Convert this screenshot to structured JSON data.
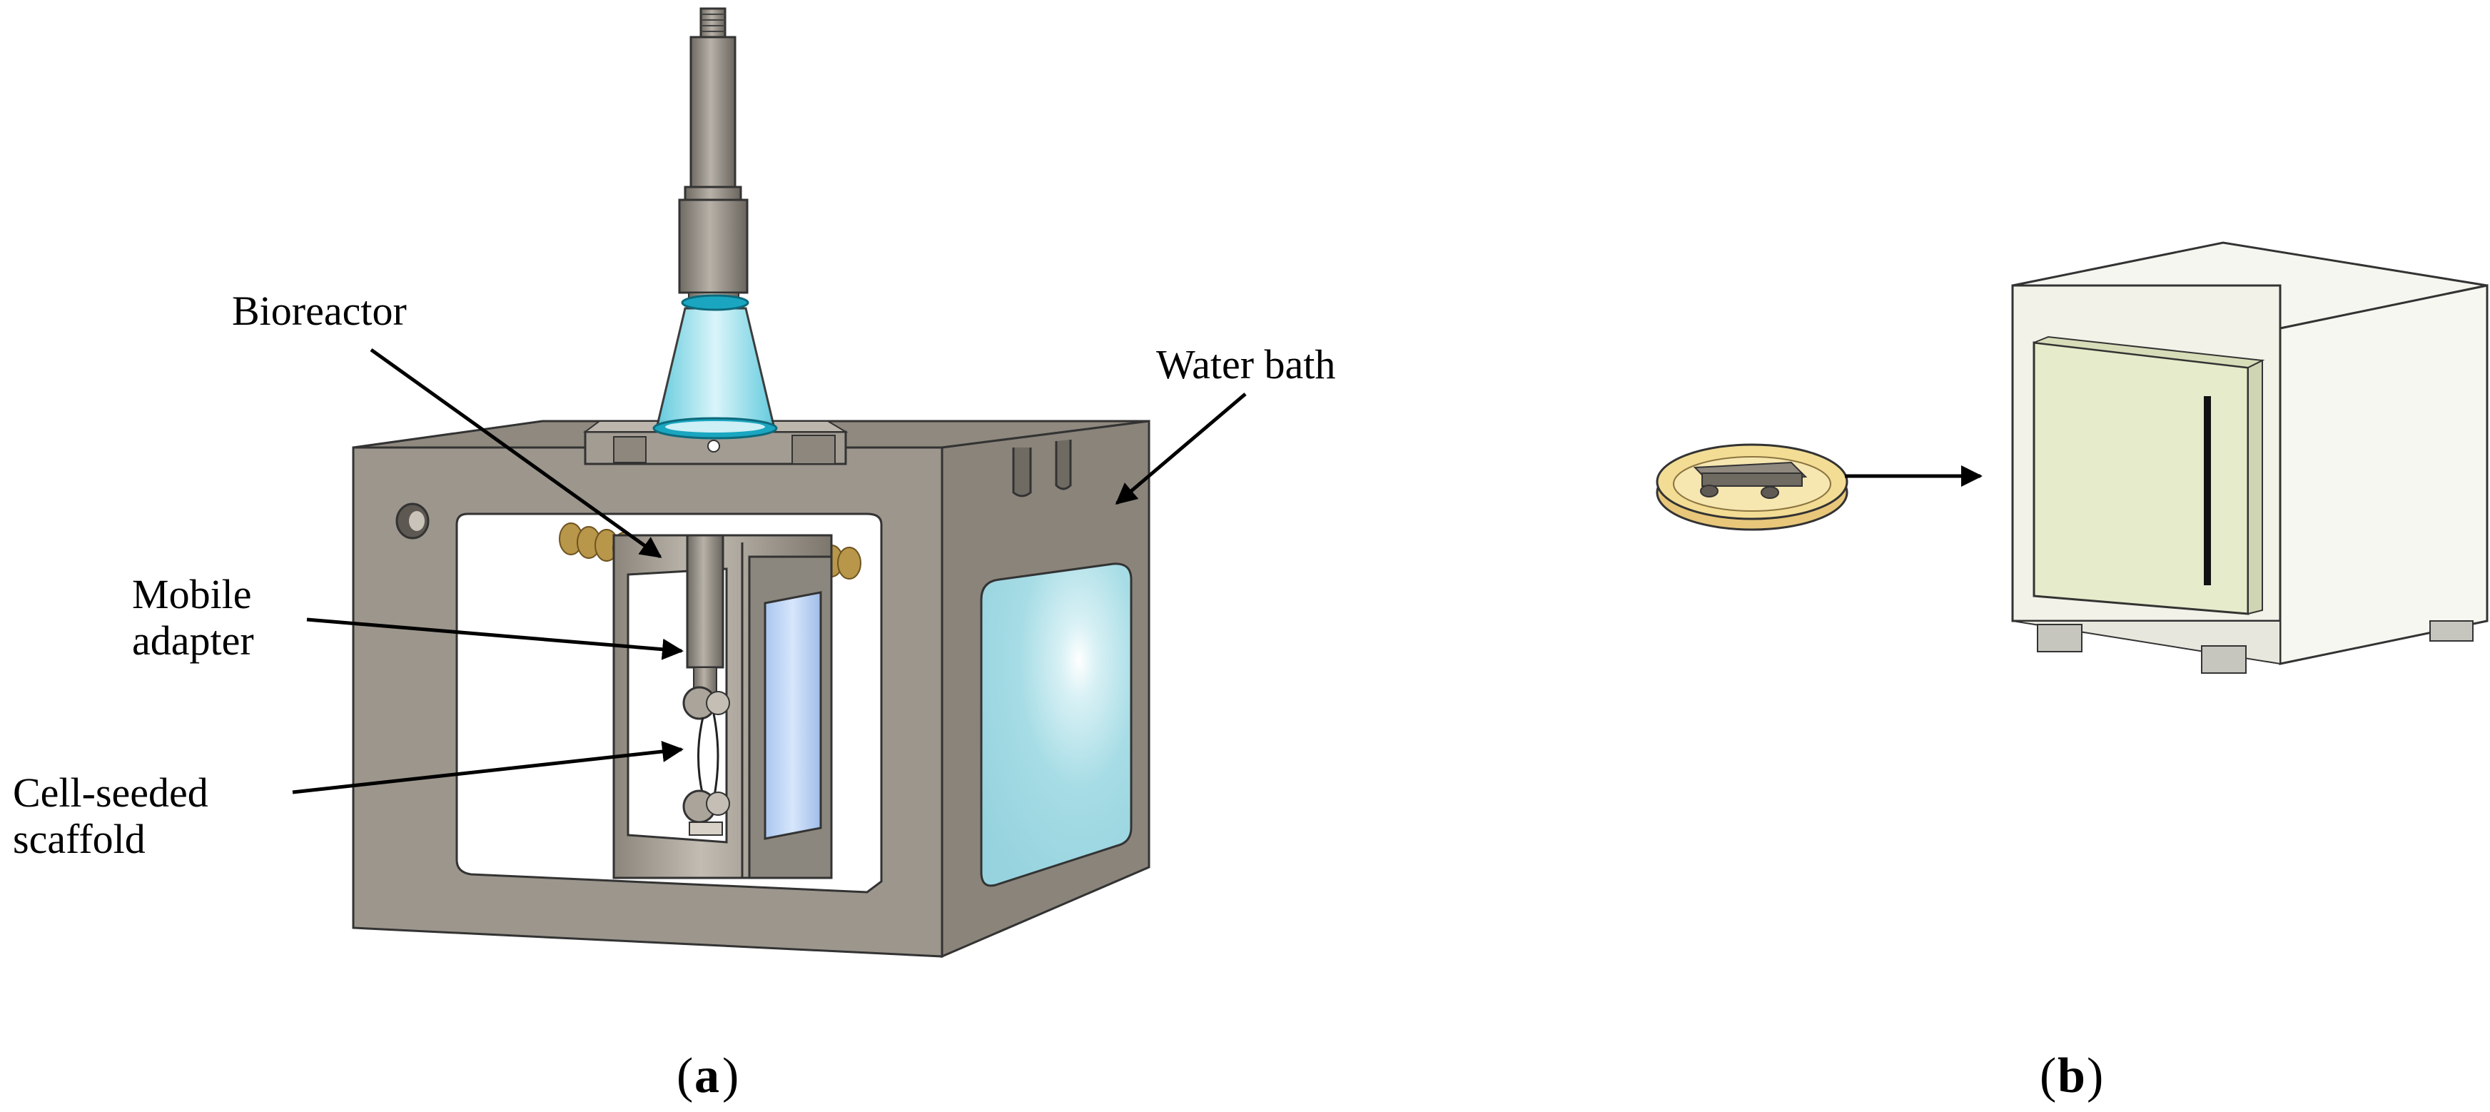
{
  "panel_a": {
    "labels": {
      "bioreactor": "Bioreactor",
      "water_bath": "Water bath",
      "mobile_adapter_line1": "Mobile",
      "mobile_adapter_line2": "adapter",
      "cell_seeded_line1": "Cell-seeded",
      "cell_seeded_line2": "scaffold"
    },
    "caption_letter": "a"
  },
  "panel_b": {
    "caption_letter": "b"
  },
  "colors": {
    "housing_gray": "#9a948c",
    "housing_dark": "#7d776f",
    "glass_blue": "#a8dde6",
    "cone_cyan": "#7fd8e8",
    "ring_teal": "#1aa6c0",
    "coil_gold": "#b8964a",
    "dish_yellow": "#f3dd95",
    "incubator_white": "#f4f4ec",
    "incubator_door": "#e6ebcb"
  }
}
